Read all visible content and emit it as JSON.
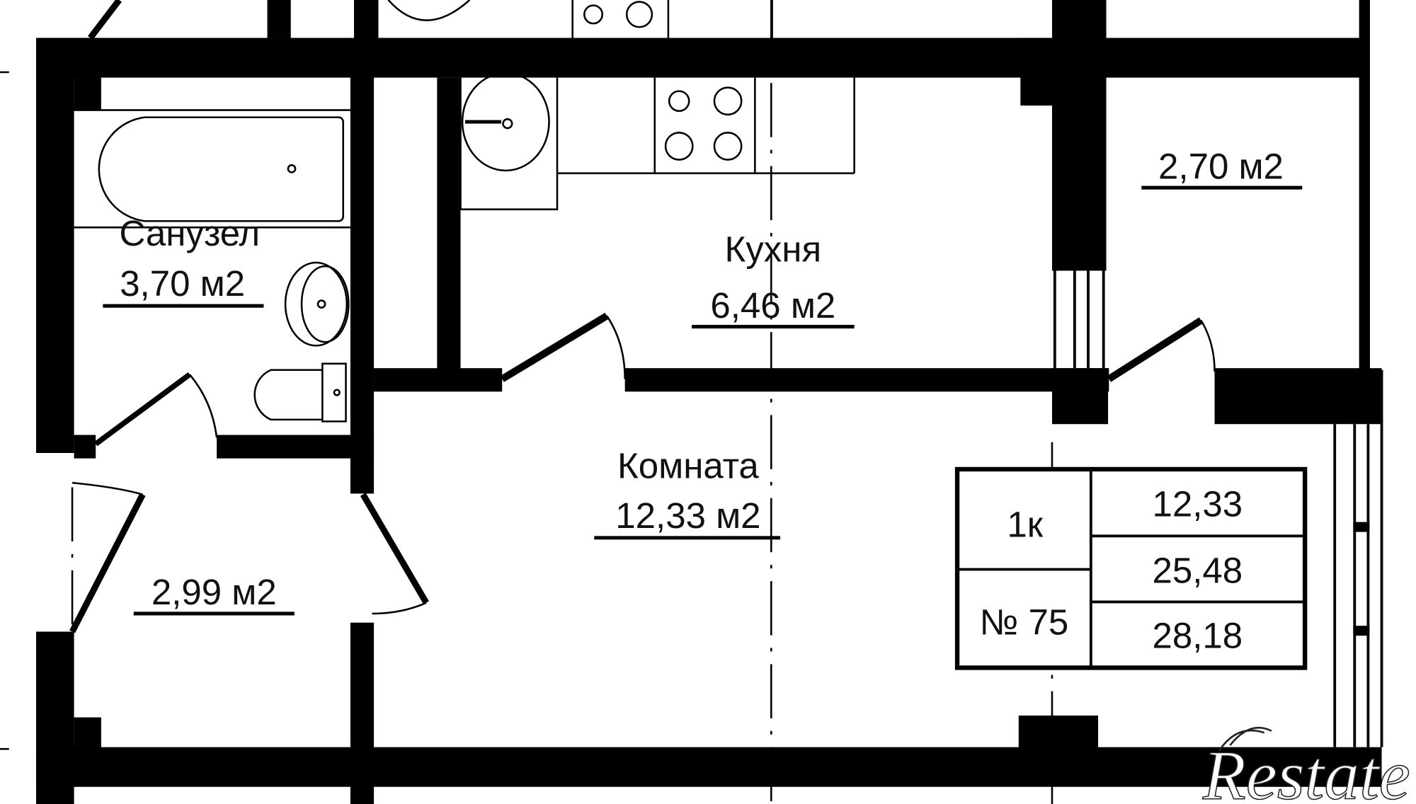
{
  "plan": {
    "background": "#ffffff",
    "wall_color": "#000000",
    "rooms": [
      {
        "id": "bathroom",
        "name": "Санузел",
        "area": "3,70 м2"
      },
      {
        "id": "kitchen",
        "name": "Кухня",
        "area": "6,46 м2"
      },
      {
        "id": "room",
        "name": "Комната",
        "area": "12,33 м2"
      },
      {
        "id": "hall",
        "name": "",
        "area": "2,99 м2"
      },
      {
        "id": "loggia",
        "name": "",
        "area": "2,70 м2"
      }
    ],
    "summary_table": {
      "type": "1к",
      "number": "№ 75",
      "living_area": "12,33",
      "total_area": "25,48",
      "total_with_loggia": "28,18"
    }
  },
  "watermark": {
    "text": "Restate"
  }
}
